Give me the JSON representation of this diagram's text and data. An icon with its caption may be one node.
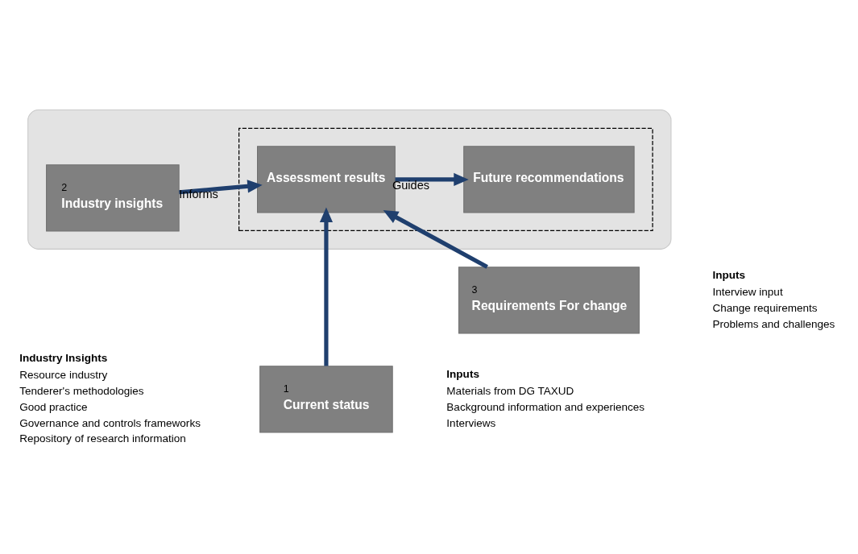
{
  "diagram": {
    "nodes": [
      {
        "text": [
          "1",
          "Current status"
        ],
        "beside": [
          "Inputs",
          "Materials from DG TAXUD",
          "Background information and experiences",
          "Interviews"
        ]
      },
      {
        "text": [],
        "shape": "ellipse"
      },
      {
        "text": [
          "2",
          "Industry insights"
        ],
        "in": 1,
        "beside": [
          "Industry Insights",
          "Resource industry",
          "Tenderer's methodologies",
          "Good practice",
          "Governance and controls frameworks",
          "Repository of research information"
        ]
      },
      {
        "text": [],
        "shape": "box",
        "in": 1
      },
      {
        "text": [
          "Assessment results"
        ],
        "in": 3
      },
      {
        "text": [
          "Future recommendations"
        ],
        "in": 3
      },
      {
        "text": [
          "3",
          "Requirements For change"
        ],
        "beside": [
          "Inputs",
          "Interview input",
          "Change requirements",
          "Problems and challenges"
        ]
      }
    ],
    "edges": [
      {
        "from": 0,
        "to": 4,
        "arrow": "to"
      },
      {
        "from": 2,
        "to": 4,
        "arrow": "to",
        "label": "Informs"
      },
      {
        "from": 4,
        "to": 5,
        "arrow": "to",
        "label": "Guides"
      },
      {
        "from": 6,
        "to": 4,
        "arrow": "to"
      }
    ]
  }
}
